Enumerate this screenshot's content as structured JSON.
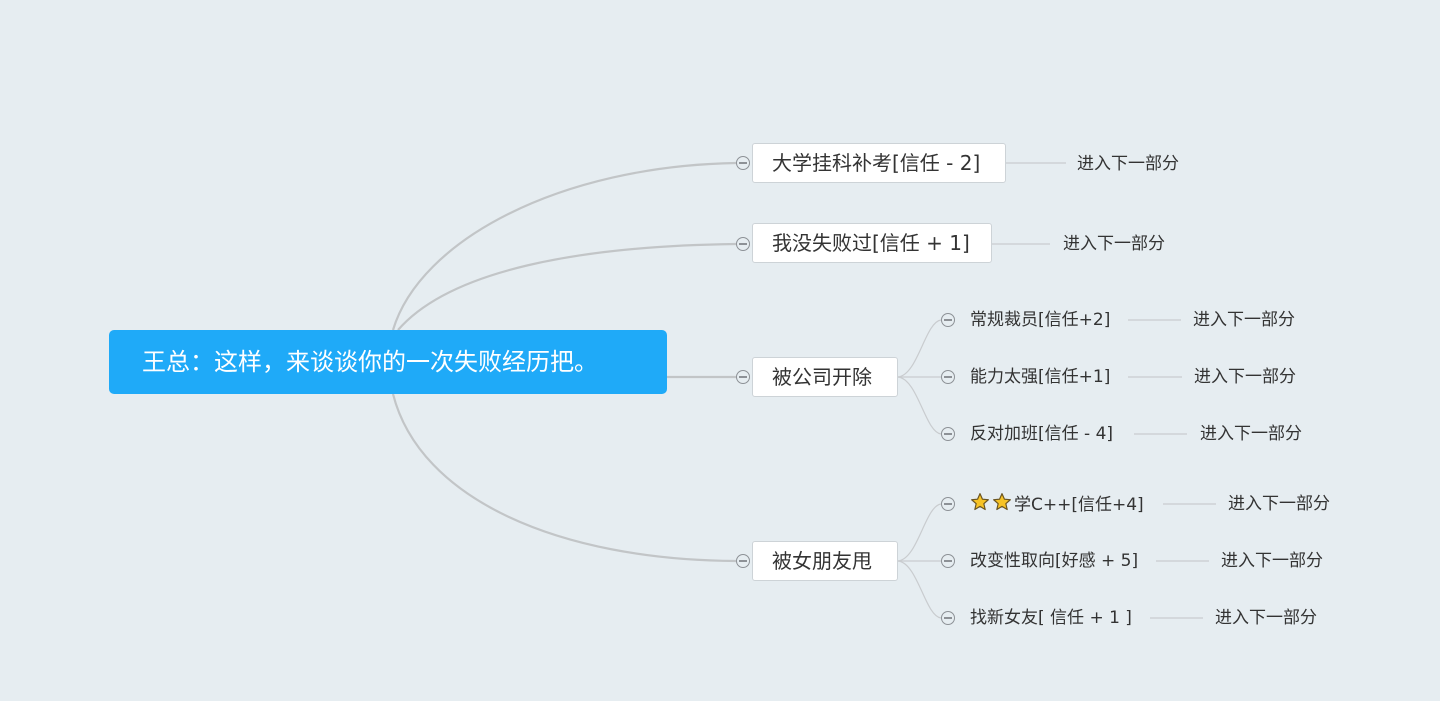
{
  "root": {
    "label": "王总：这样，来谈谈你的一次失败经历把。"
  },
  "branches": [
    {
      "label": "大学挂科补考[信任 - 2]",
      "link": "进入下一部分"
    },
    {
      "label": "我没失败过[信任 + 1]",
      "link": "进入下一部分"
    },
    {
      "label": "被公司开除",
      "children": [
        {
          "label": "常规裁员[信任+2]",
          "link": "进入下一部分"
        },
        {
          "label": "能力太强[信任+1]",
          "link": "进入下一部分"
        },
        {
          "label": "反对加班[信任 - 4]",
          "link": "进入下一部分"
        }
      ]
    },
    {
      "label": "被女朋友甩",
      "children": [
        {
          "label": "学C++[信任+4]",
          "link": "进入下一部分",
          "icons": [
            "star-icon",
            "star-icon"
          ]
        },
        {
          "label": "改变性取向[好感 + 5]",
          "link": "进入下一部分"
        },
        {
          "label": "找新女友[ 信任 + 1 ]",
          "link": "进入下一部分"
        }
      ]
    }
  ],
  "colors": {
    "background": "#e6edf1",
    "root": "#1faaf8",
    "connector": "#c2c5c7",
    "star": "#f7c325"
  }
}
